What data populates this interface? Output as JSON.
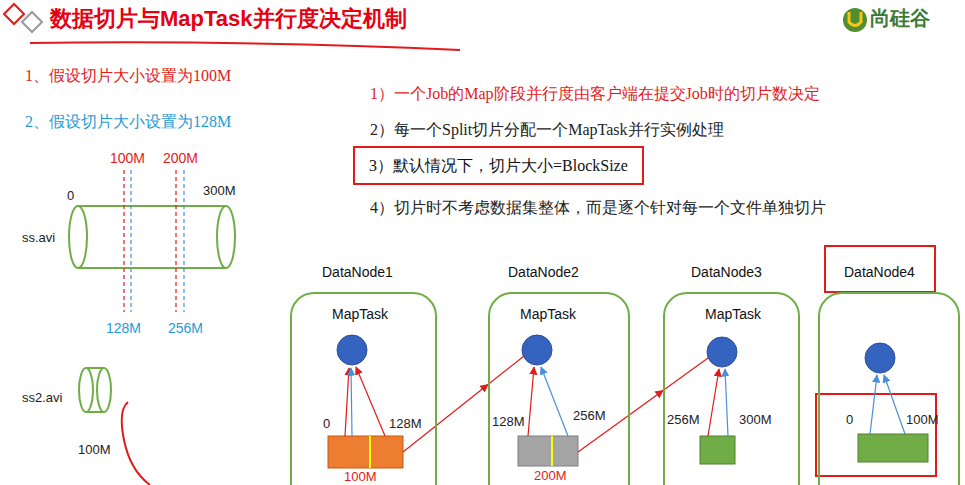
{
  "diagram": {
    "title": "数据切片与MapTask并行度决定机制",
    "nodes": [
      {
        "text": [
          "3）默认情况下，切片大小=BlockSize"
        ]
      },
      {
        "text": [
          "DataNode1",
          "MapTask"
        ]
      },
      {
        "text": [
          "DataNode2",
          "MapTask"
        ]
      },
      {
        "text": [
          "DataNode3",
          "MapTask"
        ]
      },
      {
        "text": [
          "DataNode4"
        ]
      }
    ],
    "edges": [
      {
        "from": 1,
        "to": 2,
        "arrow": "to"
      },
      {
        "from": 2,
        "to": 3,
        "arrow": "to"
      }
    ],
    "labels": [
      "1、假设切片大小设置为100M",
      "2、假设切片大小设置为128M",
      "1）一个Job的Map阶段并行度由客户端在提交Job时的切片数决定",
      "2）每一个Split切片分配一个MapTask并行实例处理",
      "4）切片时不考虑数据集整体，而是逐个针对每一个文件单独切片",
      "100M",
      "200M",
      "0",
      "300M",
      "ss.avi",
      "128M",
      "256M",
      "ss2.avi",
      "100M",
      "0",
      "128M",
      "128M",
      "256M",
      "256M",
      "300M",
      "0",
      "100M",
      "100M",
      "200M",
      "尚硅谷"
    ]
  }
}
